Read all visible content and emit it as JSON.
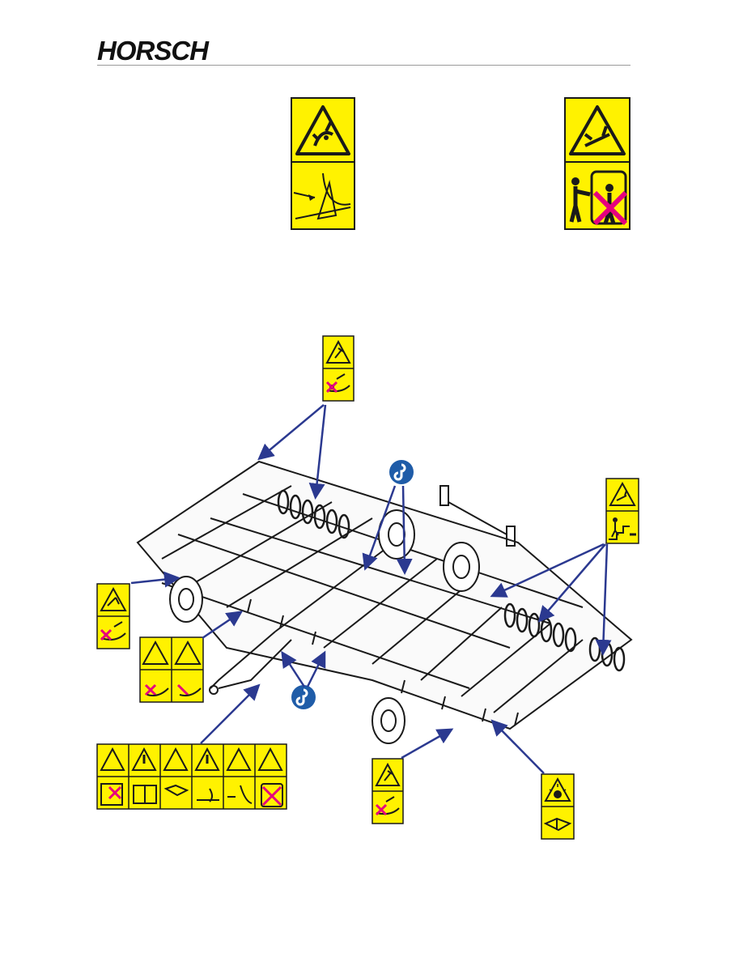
{
  "header": {
    "brand": "HORSCH"
  },
  "colors": {
    "decal_yellow": "#FFF200",
    "decal_border": "#1a1a1a",
    "arrow_blue": "#2B3990",
    "hook_blue": "#1F5CA8",
    "cross_magenta": "#E6007E",
    "machine_line": "#1a1a1a"
  },
  "decals": {
    "top_left": {
      "top_icon": "crush-hazard-icon",
      "bottom_icon": "folding-wing-icon"
    },
    "top_right": {
      "top_icon": "crush-hazard-icon",
      "bottom_icon": "no-persons-in-swing-area-icon"
    },
    "upper_center": {
      "top_icon": "falling-person-icon",
      "bottom_icon": "no-riding-icon"
    },
    "right": {
      "top_icon": "crush-hazard-icon",
      "bottom_icon": "no-climbing-steps-icon"
    },
    "left_mid": {
      "top_icon": "crush-hazard-icon",
      "bottom_icon": "no-riding-icon"
    },
    "left_double": {
      "icons": [
        "crush-hazard-icon",
        "falling-person-icon",
        "no-riding-icon",
        "no-riding-icon"
      ]
    },
    "bottom_strip": {
      "panels": [
        "shear-hazard",
        "read-manual",
        "crush-hazard",
        "read-manual",
        "folding",
        "no-persons"
      ]
    },
    "bottom_center": {
      "top_icon": "falling-person-icon",
      "bottom_icon": "no-riding-icon"
    },
    "bottom_right": {
      "top_icon": "explosion-icon",
      "bottom_icon": "read-manual-icon"
    }
  },
  "lifting_points": {
    "icon": "crane-hook-icon",
    "count": 2
  }
}
